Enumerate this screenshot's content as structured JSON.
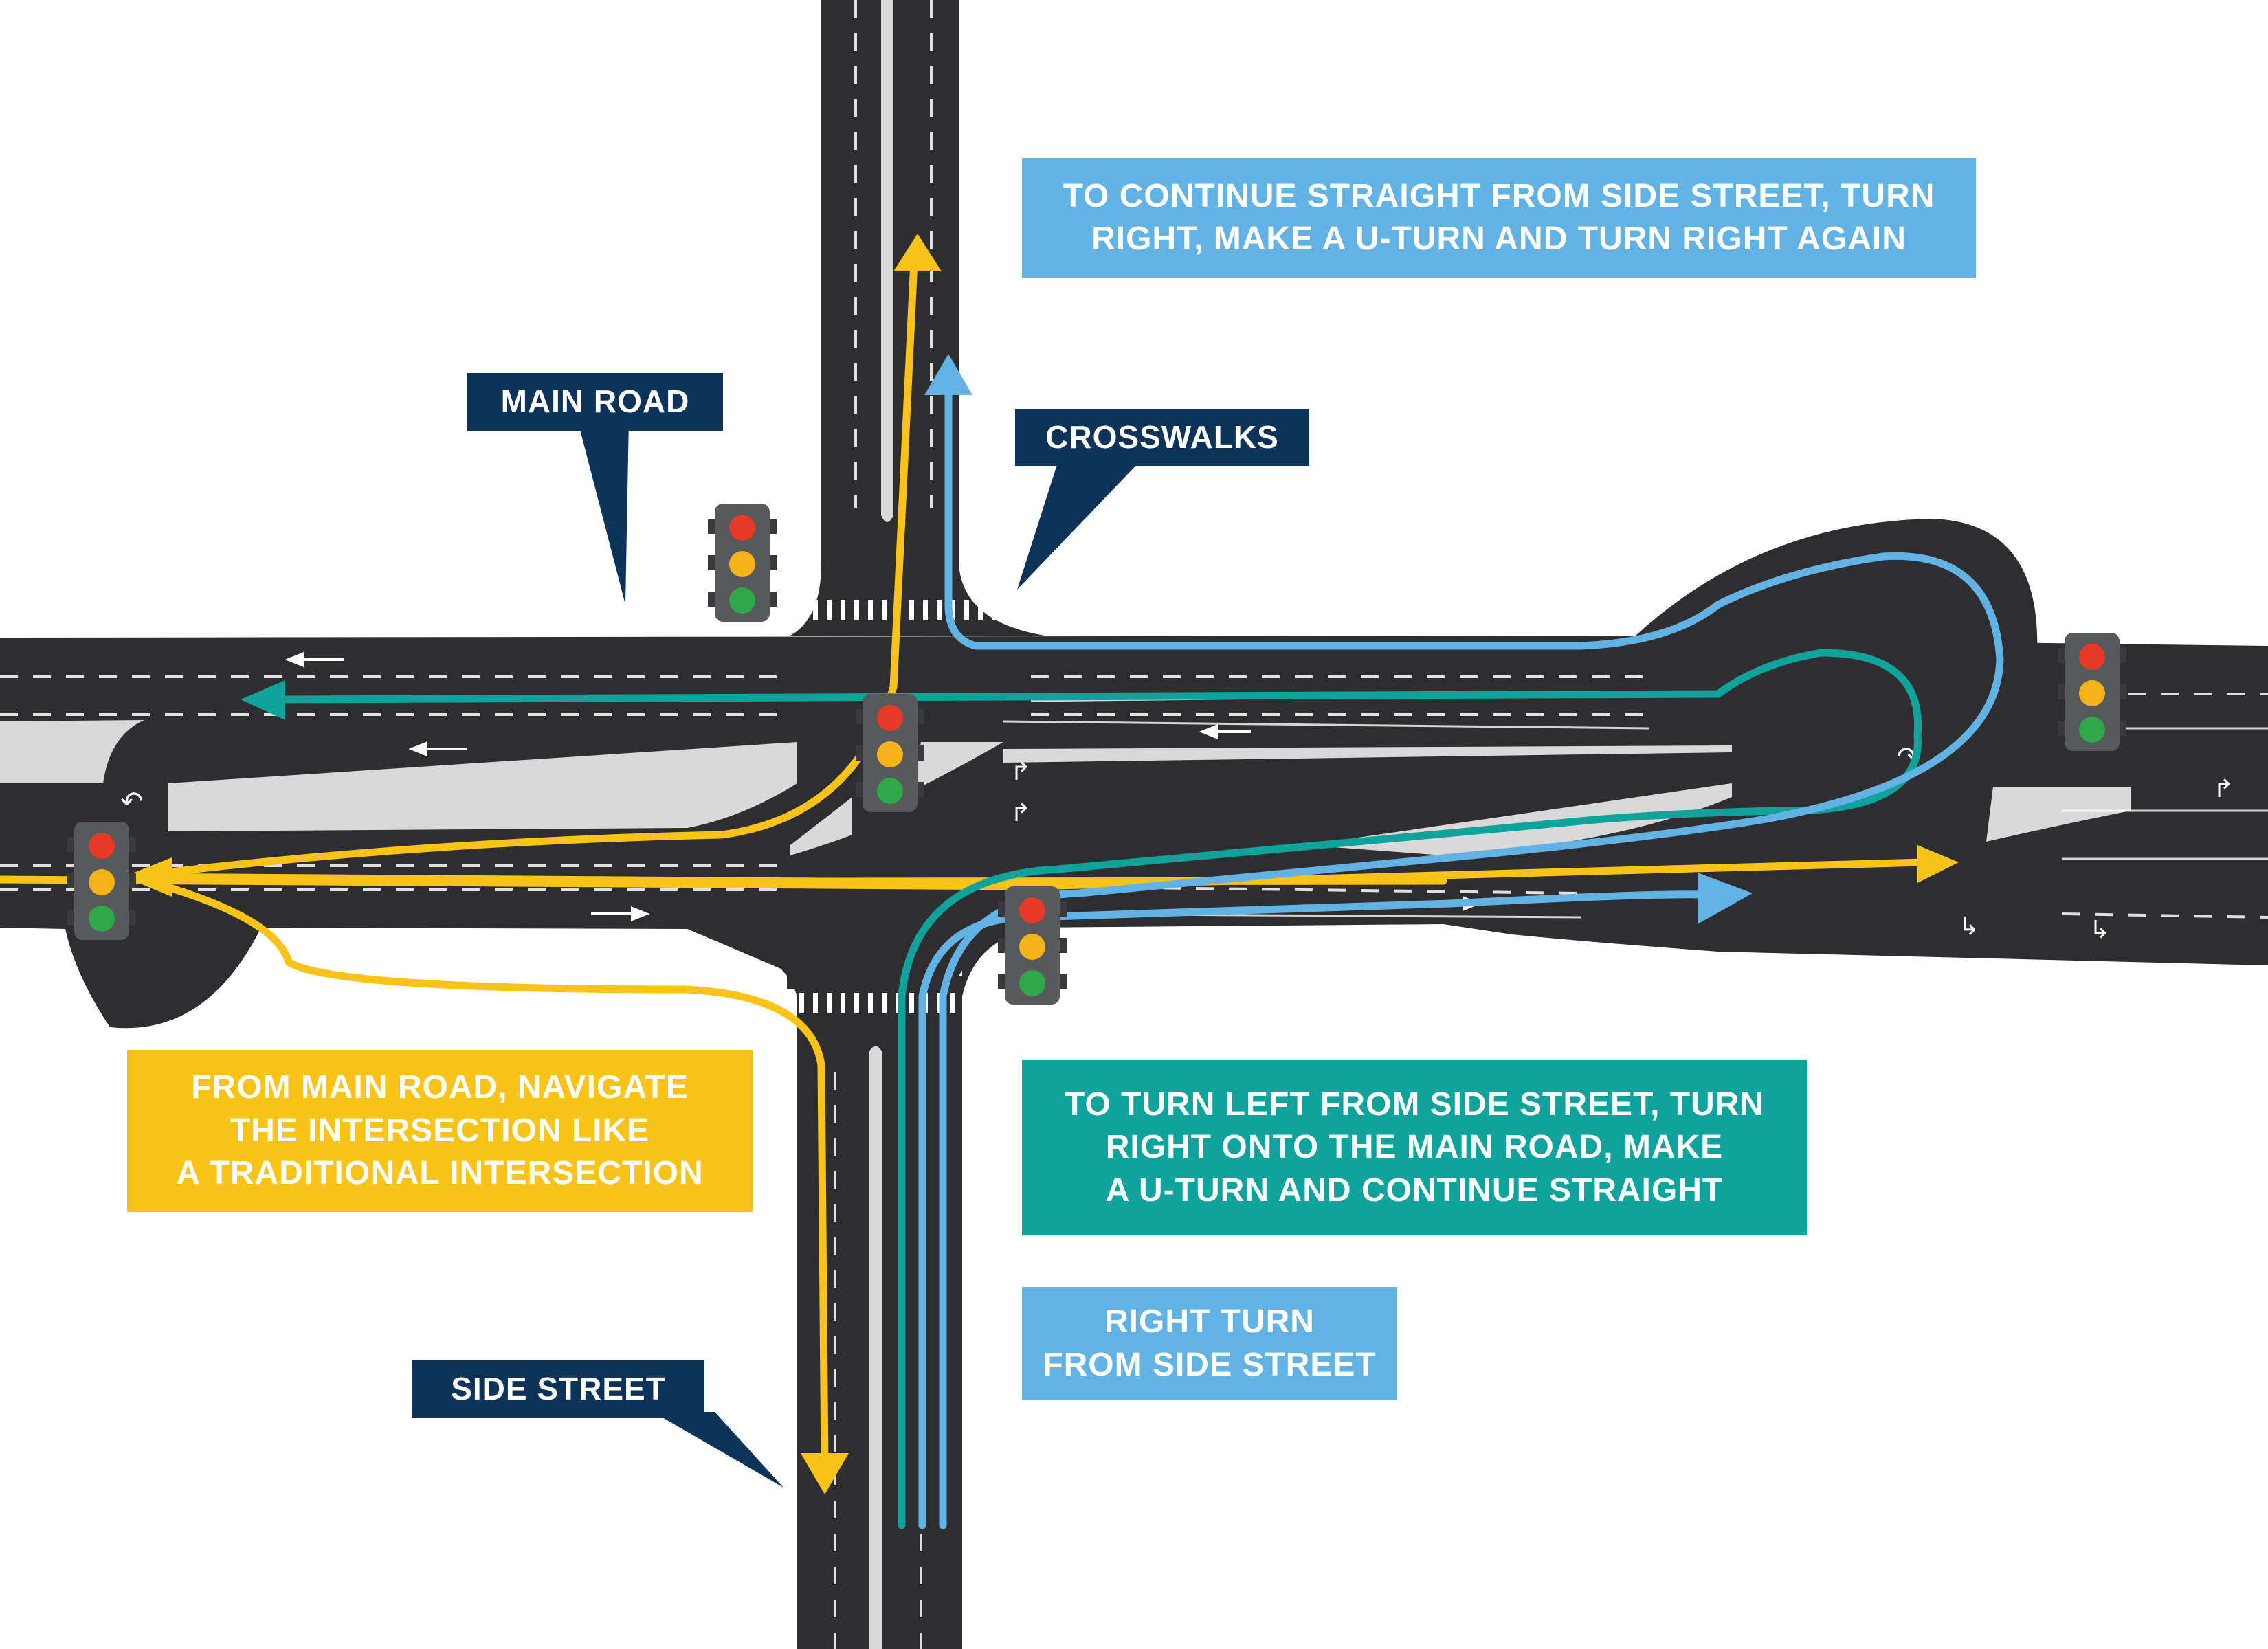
{
  "labels": {
    "main_road": "MAIN ROAD",
    "crosswalks": "CROSSWALKS",
    "side_street": "SIDE STREET",
    "continue_straight": "TO CONTINUE STRAIGHT FROM SIDE STREET, TURN\nRIGHT, MAKE A U-TURN AND TURN RIGHT AGAIN",
    "main_road_navigate": "FROM MAIN ROAD, NAVIGATE\nTHE INTERSECTION LIKE\nA TRADITIONAL INTERSECTION",
    "turn_left": "TO TURN LEFT FROM SIDE STREET, TURN\nRIGHT ONTO THE MAIN ROAD, MAKE\nA U-TURN AND CONTINUE STRAIGHT",
    "right_turn": "RIGHT TURN\nFROM SIDE STREET"
  },
  "colors": {
    "asphalt": "#2e2e30",
    "median": "#d9d9d9",
    "navy": "#0e3358",
    "yellow": "#f9c31a",
    "teal": "#0fa39b",
    "light_blue": "#62b3e4",
    "signal_red": "#e63a26",
    "signal_amber": "#f5b31b",
    "signal_green": "#2fa84a"
  },
  "icons": [
    "traffic-signal-icon",
    "arrow-head-icon",
    "u-turn-marking-icon"
  ]
}
